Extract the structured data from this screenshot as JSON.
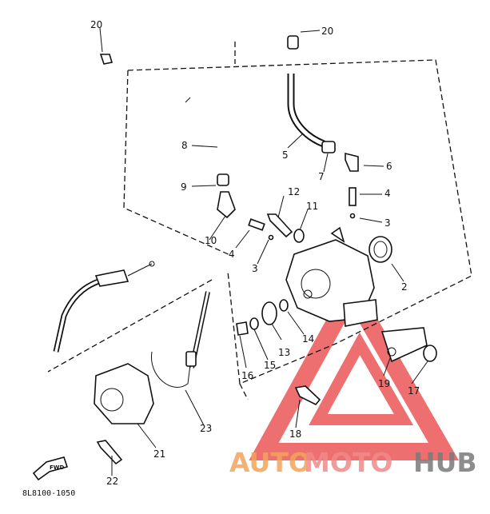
{
  "diagram": {
    "reference_code": "8L8100-1050",
    "fwd_label": "FWD",
    "callouts": [
      "20",
      "20",
      "8",
      "5",
      "7",
      "6",
      "9",
      "12",
      "11",
      "4",
      "10",
      "4",
      "3",
      "3",
      "2",
      "13",
      "14",
      "16",
      "15",
      "19",
      "17",
      "18",
      "21",
      "22",
      "23"
    ]
  },
  "watermark": {
    "part1": "AUTO",
    "part2": "MOTO",
    "part3": "HUB",
    "color_part1": "#f2a45c",
    "color_part2": "#f08a8a",
    "color_part3": "#7a7a7a",
    "triangle_color": "#e84040"
  }
}
